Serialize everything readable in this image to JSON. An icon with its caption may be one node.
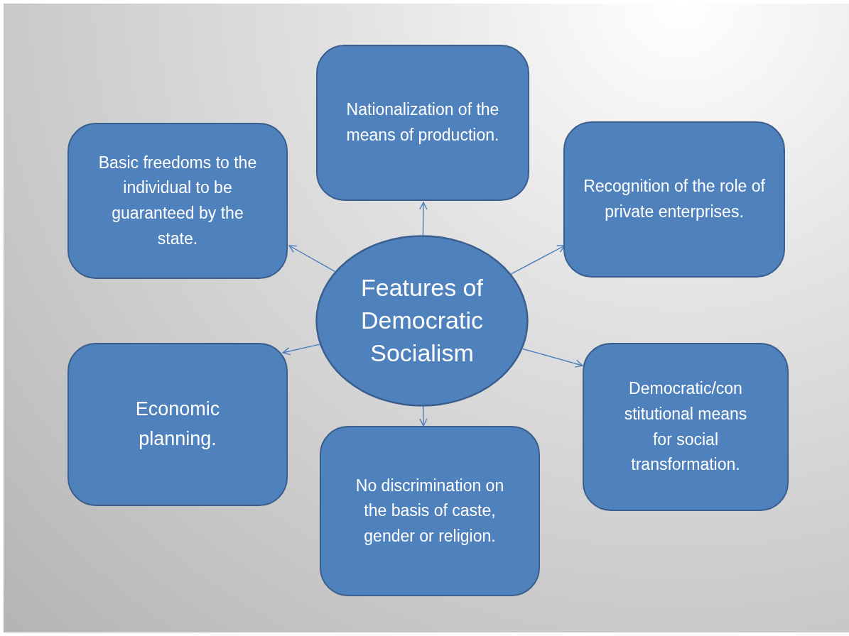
{
  "diagram": {
    "nodes": [
      {
        "text": [
          "Nationalization of the means of production."
        ]
      },
      {
        "text": [
          "Basic freedoms to the individual to be guaranteed by the state."
        ]
      },
      {
        "text": [
          "Recognition of the role of private enterprises."
        ]
      },
      {
        "text": [
          "Features of Democratic Socialism"
        ]
      },
      {
        "text": [
          "Economic planning."
        ]
      },
      {
        "text": [
          "Democratic/con stitutional means for social transformation."
        ]
      },
      {
        "text": [
          "No discrimination on the basis of caste, gender or religion."
        ]
      }
    ],
    "edges": [
      {
        "from": 3,
        "to": 0,
        "arrow": "to"
      },
      {
        "from": 3,
        "to": 1,
        "arrow": "to"
      },
      {
        "from": 3,
        "to": 2,
        "arrow": "to"
      },
      {
        "from": 3,
        "to": 4,
        "arrow": "to"
      },
      {
        "from": 3,
        "to": 5,
        "arrow": "to"
      },
      {
        "from": 3,
        "to": 6,
        "arrow": "to"
      }
    ]
  }
}
